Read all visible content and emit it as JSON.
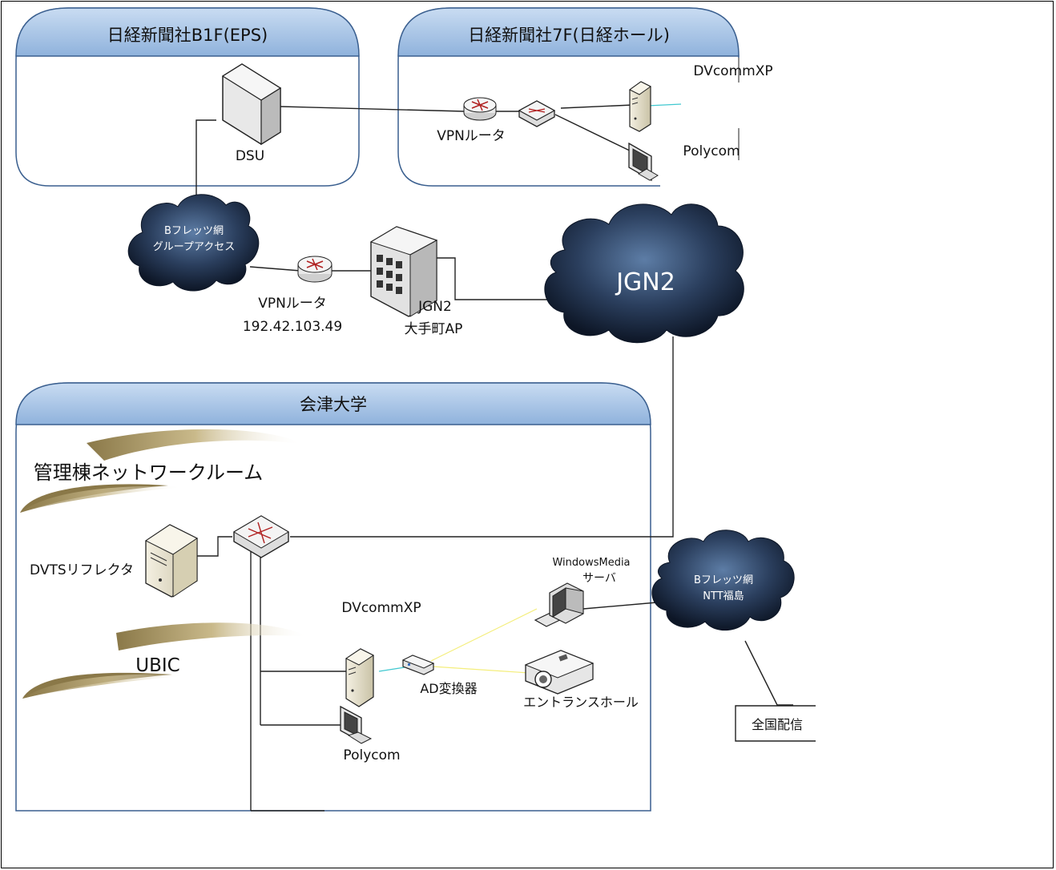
{
  "zones": {
    "nikkei_b1f": "日経新聞社B1F(EPS)",
    "nikkei_7f": "日経新聞社7F(日経ホール)",
    "aizu": "会津大学"
  },
  "devices": {
    "dsu": "DSU",
    "dvcomm_top": "DVcommXP",
    "polycom_top": "Polycom",
    "vpn_router_top": "VPNルータ",
    "vpn_router_mid": "VPNルータ",
    "vpn_router_ip": "192.42.103.49",
    "jgn2_ap_line1": "JGN2",
    "jgn2_ap_line2": "大手町AP",
    "dvts_reflector": "DVTSリフレクタ",
    "dvcomm_bottom": "DVcommXP",
    "ad_converter": "AD変換器",
    "polycom_bottom": "Polycom",
    "wm_server_line1": "WindowsMedia",
    "wm_server_line2": "サーバ",
    "projector": "エントランスホール",
    "national_box": "全国配信"
  },
  "clouds": {
    "bflets_group_line1": "Bフレッツ網",
    "bflets_group_line2": "グループアクセス",
    "jgn2": "JGN2",
    "bflets_ntt_line1": "Bフレッツ網",
    "bflets_ntt_line2": "NTT福島"
  },
  "rooms": {
    "admin_network": "管理棟ネットワークルーム",
    "ubic": "UBIC"
  },
  "colors": {
    "zone_header": "#a9c6e8",
    "zone_border": "#3a5f8f",
    "cloud_dark": "#1f2d45",
    "swoosh": "#8a7848",
    "cable_yellow": "#f4ee7c",
    "cable_cyan": "#40c8d0"
  }
}
